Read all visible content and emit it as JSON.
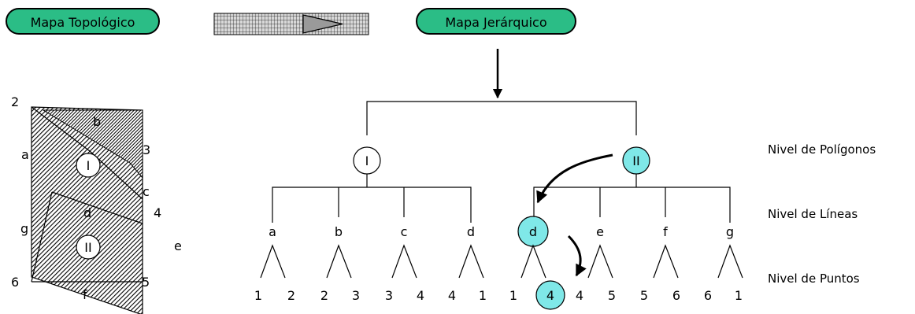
{
  "header": {
    "topological_label": "Mapa Topológico",
    "hierarchical_label": "Mapa Jerárquico"
  },
  "levels": {
    "polygons": "Nivel de Polígonos",
    "lines": "Nivel de Líneas",
    "points": "Nivel de Puntos"
  },
  "tree": {
    "polygons": [
      "I",
      "II"
    ],
    "lines": [
      "a",
      "b",
      "c",
      "d",
      "d",
      "e",
      "f",
      "g"
    ],
    "points": [
      "1",
      "2",
      "2",
      "3",
      "3",
      "4",
      "4",
      "1",
      "1",
      "4",
      "4",
      "5",
      "5",
      "6",
      "6",
      "1"
    ]
  },
  "map": {
    "vertices": [
      "2",
      "3",
      "c",
      "4",
      "5",
      "6"
    ],
    "edges": [
      "a",
      "b",
      "d",
      "e",
      "f",
      "g"
    ],
    "polygons": [
      "I",
      "II"
    ]
  },
  "colors": {
    "pill": "#2bbd86",
    "highlight": "#7fe8e8"
  }
}
